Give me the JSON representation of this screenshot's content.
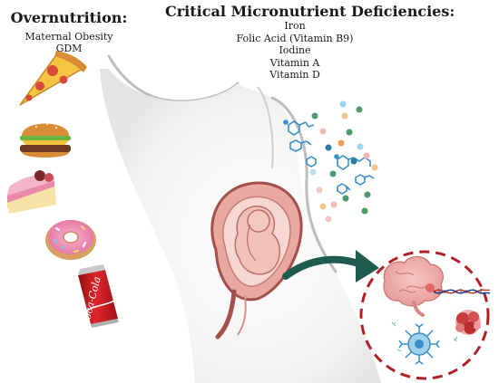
{
  "overnutrition": {
    "title": "Overnutrition:",
    "items": [
      "Maternal Obesity",
      "GDM"
    ],
    "foods": [
      "pizza-icon",
      "burger-icon",
      "cake-icon",
      "donut-icon",
      "soda-can-icon"
    ],
    "can_label": "Coca-Cola"
  },
  "micronutrients": {
    "title": "Critical Micronutrient Deficiencies:",
    "items": [
      "Iron",
      "Folic Acid (Vitamin B9)",
      "Iodine",
      "Vitamin A",
      "Vitamin D"
    ]
  },
  "outcomes": {
    "icons": [
      "brain-icon",
      "dna-strand-icon",
      "immune-cell-icon",
      "tissue-cluster-icon"
    ]
  },
  "colors": {
    "arrow": "#1e5a4f",
    "dashed_circle": "#b21f24",
    "molecule": "#3b8fc9",
    "uterus": "#c98a83"
  }
}
